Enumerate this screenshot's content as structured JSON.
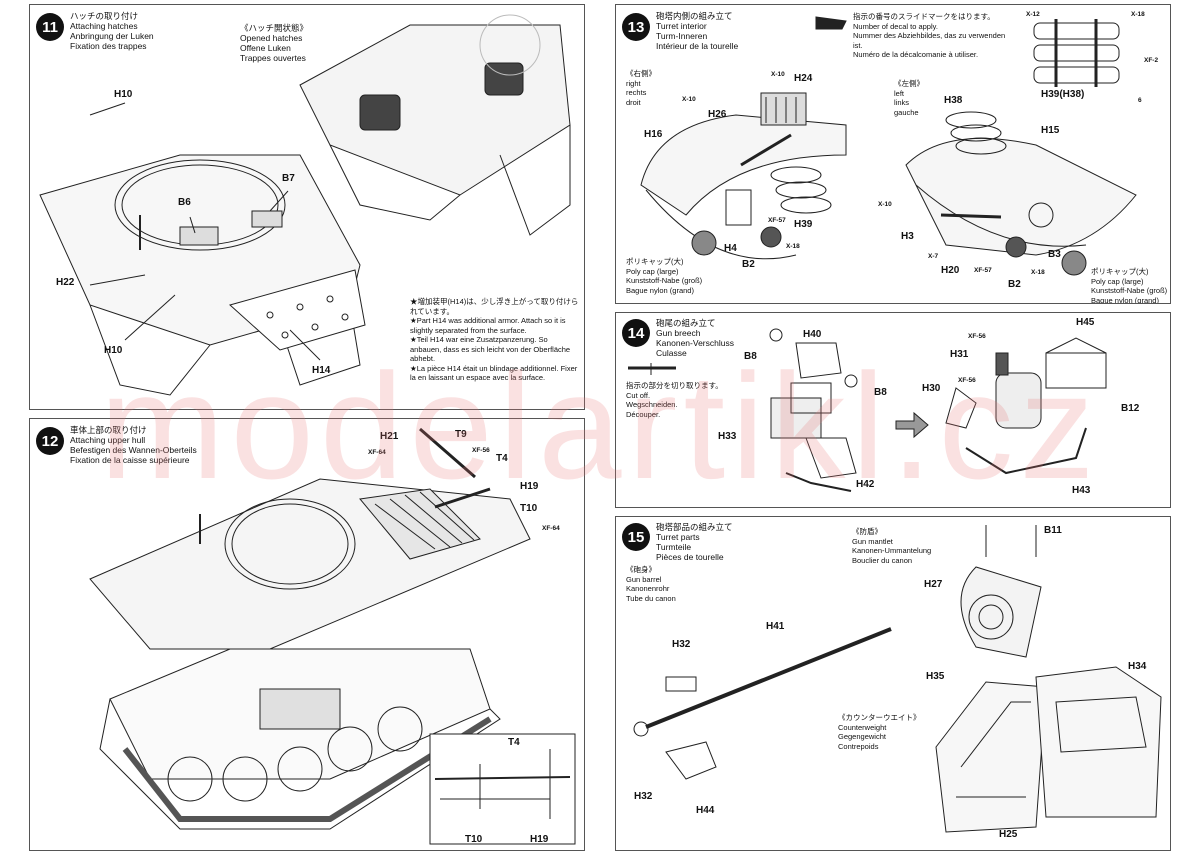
{
  "watermark": "modelartikl.cz",
  "steps": {
    "s11": {
      "num": "11",
      "title": "ハッチの取り付け\nAttaching hatches\nAnbringung der Luken\nFixation des trappes",
      "subtitle": "《ハッチ開状態》\nOpened hatches\nOffene Luken\nTrappes ouvertes",
      "note": "★増加装甲(H14)は、少し浮き上がって取り付けられています。\n★Part H14 was additional armor. Attach so it is slightly separated from the surface.\n★Teil H14 war eine Zusatzpanzerung. So anbauen, dass es sich leicht von der Oberfläche abhebt.\n★La pièce H14 était un blindage additionnel. Fixer la en laissant un espace avec la surface.",
      "labels": {
        "h10a": "H10",
        "b6": "B6",
        "b7": "B7",
        "h22": "H22",
        "h10b": "H10",
        "h14": "H14"
      }
    },
    "s12": {
      "num": "12",
      "title": "車体上部の取り付け\nAttaching upper hull\nBefestigen des Wannen-Oberteils\nFixation de la caisse supérieure",
      "labels": {
        "h21": "H21",
        "t9": "T9",
        "xf64a": "XF-64",
        "xf56": "XF-56",
        "t4": "T4",
        "h19": "H19",
        "t10": "T10",
        "xf64b": "XF-64",
        "t4b": "T4",
        "t10b": "T10",
        "h19b": "H19"
      }
    },
    "s13": {
      "num": "13",
      "title": "砲塔内側の組み立て\nTurret interior\nTurm-Inneren\nIntérieur de la tourelle",
      "decal_note": "指示の番号のスライドマークをはります。\nNumber of decal to apply.\nNummer des Abziehbildes, das zu verwenden ist.\nNuméro de la décalcomanie à utiliser.",
      "right": "《右側》\nright\nrechts\ndroit",
      "left": "《左側》\nleft\nlinks\ngauche",
      "polycap_r": "ポリキャップ(大)\nPoly cap (large)\nKunststoff-Nabe (groß)\nBague nylon (grand)",
      "polycap_l": "ポリキャップ(大)\nPoly cap (large)\nKunststoff-Nabe (groß)\nBague nylon (grand)",
      "labels": {
        "x10a": "X-10",
        "h24": "H24",
        "x10b": "X-10",
        "h26": "H26",
        "h16": "H16",
        "xf57a": "XF-57",
        "h39": "H39",
        "h4": "H4",
        "x18a": "X-18",
        "b2a": "B2",
        "x12": "X-12",
        "x18b": "X-18",
        "xf2": "XF-2",
        "h39h38": "H39(H38)",
        "d6": "6",
        "h38": "H38",
        "h15": "H15",
        "x10c": "X-10",
        "h3": "H3",
        "b3": "B3",
        "x7": "X-7",
        "h20": "H20",
        "xf57b": "XF-57",
        "x18c": "X-18",
        "b2b": "B2"
      }
    },
    "s14": {
      "num": "14",
      "title": "砲尾の組み立て\nGun breech\nKanonen-Verschluss\nCulasse",
      "cut_note": "指示の部分を切り取ります。\nCut off.\nWegschneiden.\nDécouper.",
      "labels": {
        "h40": "H40",
        "b8a": "B8",
        "b8b": "B8",
        "h33": "H33",
        "h42": "H42",
        "xf56a": "XF-56",
        "h45": "H45",
        "h31": "H31",
        "xf56b": "XF-56",
        "h30": "H30",
        "b12": "B12",
        "h43": "H43"
      }
    },
    "s15": {
      "num": "15",
      "title": "砲塔部品の組み立て\nTurret parts\nTurmteile\nPièces de tourelle",
      "barrel": "《砲身》\nGun barrel\nKanonenrohr\nTube du canon",
      "mantlet": "《防盾》\nGun mantlet\nKanonen-Ummantelung\nBouclier du canon",
      "counterweight": "《カウンターウエイト》\nCounterweight\nGegengewicht\nContrepoids",
      "labels": {
        "b11": "B11",
        "h27": "H27",
        "h41": "H41",
        "h32a": "H32",
        "h32b": "H32",
        "h44": "H44",
        "h35": "H35",
        "h34": "H34",
        "h25": "H25"
      }
    }
  }
}
